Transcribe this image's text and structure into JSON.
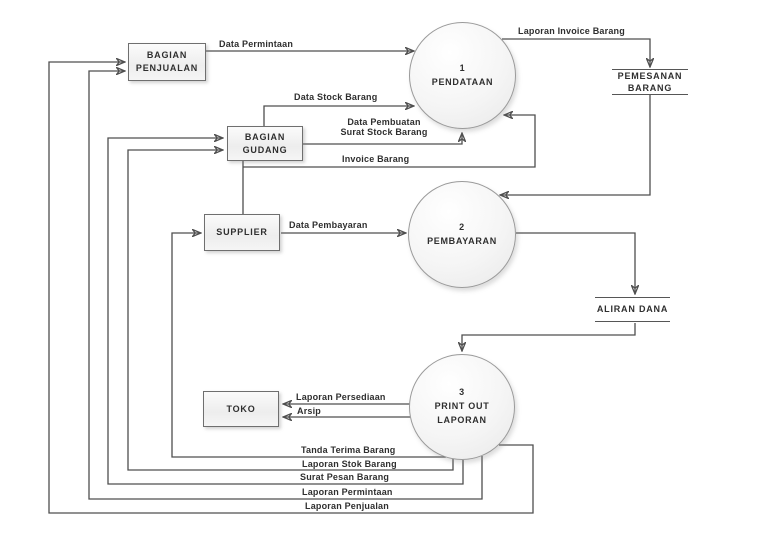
{
  "diagram": {
    "type": "data-flow-diagram",
    "colors": {
      "background": "#ffffff",
      "line": "#4f4f4f",
      "shape_border": "#6f6f6f",
      "shape_fill": "#f2f2f2",
      "text": "#2f2f2f"
    },
    "entities": {
      "bagian_penjualan": {
        "line1": "BAGIAN",
        "line2": "PENJUALAN"
      },
      "bagian_gudang": {
        "line1": "BAGIAN",
        "line2": "GUDANG"
      },
      "supplier": {
        "label": "SUPPLIER"
      },
      "toko": {
        "label": "TOKO"
      }
    },
    "processes": {
      "pendataan": {
        "number": "1",
        "line1": "PENDATAAN"
      },
      "pembayaran": {
        "number": "2",
        "line1": "PEMBAYARAN"
      },
      "print_out_laporan": {
        "number": "3",
        "line1": "PRINT OUT",
        "line2": "LAPORAN"
      }
    },
    "datastores": {
      "pemesanan_barang": {
        "line1": "PEMESANAN",
        "line2": "BARANG"
      },
      "aliran_dana": {
        "label": "ALIRAN DANA"
      }
    },
    "flows": {
      "data_permintaan": {
        "label": "Data Permintaan"
      },
      "laporan_invoice_barang": {
        "label": "Laporan Invoice Barang"
      },
      "data_stock_barang": {
        "label": "Data Stock Barang"
      },
      "data_pembuatan": {
        "line1": "Data Pembuatan",
        "line2": "Surat Stock Barang"
      },
      "invoice_barang": {
        "label": "Invoice Barang"
      },
      "data_pembayaran": {
        "label": "Data Pembayaran"
      },
      "laporan_persediaan": {
        "label": "Laporan Persediaan"
      },
      "arsip": {
        "label": "Arsip"
      },
      "tanda_terima_barang": {
        "label": "Tanda Terima Barang"
      },
      "laporan_stok_barang": {
        "label": "Laporan Stok Barang"
      },
      "surat_pesan_barang": {
        "label": "Surat Pesan Barang"
      },
      "laporan_permintaan": {
        "label": "Laporan Permintaan"
      },
      "laporan_penjualan": {
        "label": "Laporan Penjualan"
      }
    }
  }
}
